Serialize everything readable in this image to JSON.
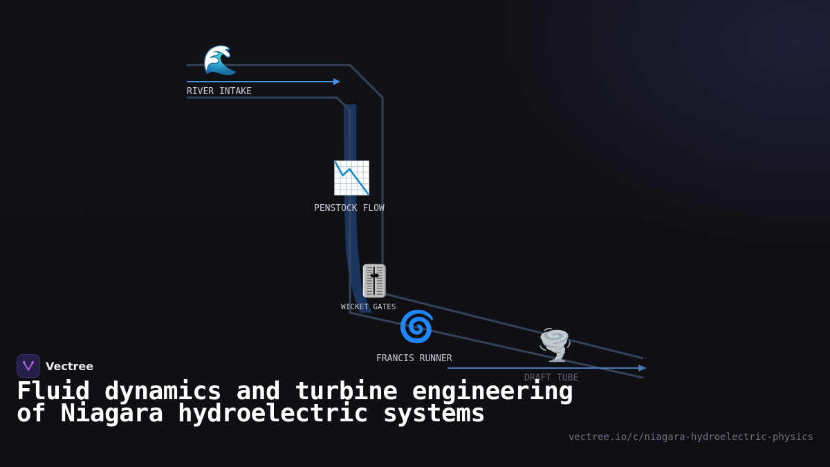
{
  "diagram": {
    "nodes": [
      {
        "id": "river-intake",
        "icon": "🌊",
        "icon_name": "water-wave-icon",
        "label": "RIVER INTAKE"
      },
      {
        "id": "penstock-flow",
        "icon": "📉",
        "icon_name": "chart-decreasing-icon",
        "label": "PENSTOCK FLOW"
      },
      {
        "id": "wicket-gates",
        "icon": "🎚️",
        "icon_name": "level-slider-icon",
        "label": "WICKET GATES"
      },
      {
        "id": "francis-runner",
        "icon": "🌀",
        "icon_name": "cyclone-icon",
        "label": "FRANCIS RUNNER"
      },
      {
        "id": "draft-tube",
        "icon": "🌪️",
        "icon_name": "tornado-icon",
        "label": "DRAFT TUBE"
      }
    ],
    "colors": {
      "pipe_outline": "#34435a",
      "flow_arrow": "#4a90e2",
      "penstock_water": "#1d3868"
    }
  },
  "brand": {
    "name": "Vectree",
    "logo_icon": "vectree-logo-icon"
  },
  "title": "Fluid dynamics and turbine engineering of Niagara hydroelectric systems",
  "url": "vectree.io/c/niagara-hydroelectric-physics"
}
